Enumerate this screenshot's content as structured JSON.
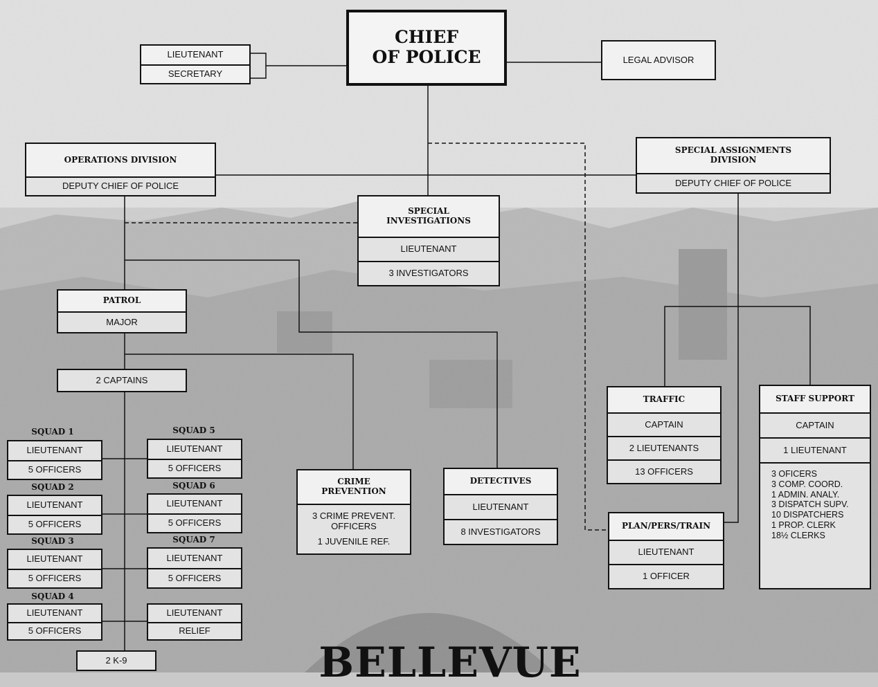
{
  "chief": {
    "title": "CHIEF\nOF POLICE"
  },
  "staff_top": {
    "lieutenant": "LIEUTENANT",
    "secretary": "SECRETARY"
  },
  "legal_advisor": "LEGAL ADVISOR",
  "operations": {
    "title": "OPERATIONS DIVISION",
    "head": "DEPUTY CHIEF OF POLICE"
  },
  "special_assignments": {
    "title": "SPECIAL ASSIGNMENTS\nDIVISION",
    "head": "DEPUTY CHIEF OF POLICE"
  },
  "special_investigations": {
    "title": "SPECIAL\nINVESTIGATIONS",
    "row1": "LIEUTENANT",
    "row2": "3 INVESTIGATORS"
  },
  "patrol": {
    "title": "PATROL",
    "head": "MAJOR",
    "captains": "2 CAPTAINS",
    "k9": "2 K-9"
  },
  "squads": [
    {
      "label": "SQUAD 1",
      "lt": "LIEUTENANT",
      "officers": "5 OFFICERS"
    },
    {
      "label": "SQUAD 2",
      "lt": "LIEUTENANT",
      "officers": "5 OFFICERS"
    },
    {
      "label": "SQUAD 3",
      "lt": "LIEUTENANT",
      "officers": "5 OFFICERS"
    },
    {
      "label": "SQUAD 4",
      "lt": "LIEUTENANT",
      "officers": "5 OFFICERS"
    },
    {
      "label": "SQUAD 5",
      "lt": "LIEUTENANT",
      "officers": "5 OFFICERS"
    },
    {
      "label": "SQUAD 6",
      "lt": "LIEUTENANT",
      "officers": "5 OFFICERS"
    },
    {
      "label": "SQUAD 7",
      "lt": "LIEUTENANT",
      "officers": "5 OFFICERS"
    }
  ],
  "relief": {
    "lt": "LIEUTENANT",
    "relief": "RELIEF"
  },
  "crime_prevention": {
    "title": "CRIME\nPREVENTION",
    "row1": "3 CRIME PREVENT.\nOFFICERS",
    "row2": "1 JUVENILE REF."
  },
  "detectives": {
    "title": "DETECTIVES",
    "row1": "LIEUTENANT",
    "row2": "8 INVESTIGATORS"
  },
  "traffic": {
    "title": "TRAFFIC",
    "row1": "CAPTAIN",
    "row2": "2 LIEUTENANTS",
    "row3": "13 OFFICERS"
  },
  "plan": {
    "title": "PLAN/PERS/TRAIN",
    "row1": "LIEUTENANT",
    "row2": "1 OFFICER"
  },
  "staff_support": {
    "title": "STAFF SUPPORT",
    "row1": "CAPTAIN",
    "row2": "1 LIEUTENANT",
    "list": "3 OFICERS\n3 COMP. COORD.\n1 ADMIN. ANALY.\n3 DISPATCH SUPV.\n10 DISPATCHERS\n1 PROP. CLERK\n18½ CLERKS"
  },
  "footer": {
    "city": "BELLEVUE"
  }
}
